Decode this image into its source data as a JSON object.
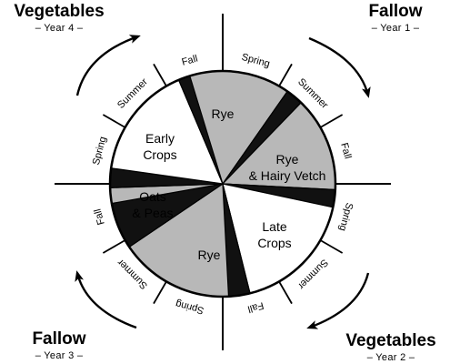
{
  "corners": {
    "top_left": {
      "title": "Vegetables",
      "subtitle": "– Year 4 –"
    },
    "top_right": {
      "title": "Fallow",
      "subtitle": "– Year 1 –"
    },
    "bottom_left": {
      "title": "Fallow",
      "subtitle": "– Year 3 –"
    },
    "bottom_right": {
      "title": "Vegetables",
      "subtitle": "– Year 2 –"
    }
  },
  "season_labels": [
    {
      "text": "Fall",
      "deg": 195
    },
    {
      "text": "Spring",
      "deg": 165
    },
    {
      "text": "Summer",
      "deg": 135
    },
    {
      "text": "Fall",
      "deg": 105
    },
    {
      "text": "Spring",
      "deg": 75
    },
    {
      "text": "Summer",
      "deg": 45
    },
    {
      "text": "Fall",
      "deg": 15
    },
    {
      "text": "Spring",
      "deg": -15
    },
    {
      "text": "Summer",
      "deg": -45
    },
    {
      "text": "Fall",
      "deg": -75
    },
    {
      "text": "Spring",
      "deg": -105
    },
    {
      "text": "Summer",
      "deg": -135
    }
  ],
  "segments": [
    {
      "name": "rye-top",
      "from": 180,
      "to": 55,
      "fill": "#b8b8b8"
    },
    {
      "name": "band-top-right",
      "from": 55,
      "to": 46,
      "fill": "#111111"
    },
    {
      "name": "rye-hairy-vetch",
      "from": 46,
      "to": -3,
      "fill": "#b8b8b8"
    },
    {
      "name": "band-right",
      "from": -3,
      "to": -12,
      "fill": "#111111"
    },
    {
      "name": "late-crops",
      "from": -12,
      "to": -76,
      "fill": "#ffffff"
    },
    {
      "name": "band-bottom",
      "from": -76,
      "to": -87,
      "fill": "#111111"
    },
    {
      "name": "rye-bottom",
      "from": -87,
      "to": -146,
      "fill": "#b8b8b8"
    },
    {
      "name": "band-bottom-left",
      "from": -146,
      "to": -170,
      "fill": "#111111"
    },
    {
      "name": "oats-peas",
      "from": -170,
      "to": 182,
      "fill": "#b8b8b8"
    },
    {
      "name": "band-left",
      "from": 182,
      "to": 172,
      "fill": "#111111"
    },
    {
      "name": "early-crops",
      "from": 172,
      "to": 113,
      "fill": "#ffffff"
    },
    {
      "name": "band-top-left",
      "from": 113,
      "to": 107,
      "fill": "#111111"
    }
  ],
  "crop_labels": [
    {
      "name": "crop-rye-top",
      "lines": [
        "Rye"
      ]
    },
    {
      "name": "crop-rye-hairy-vetch",
      "lines": [
        "Rye",
        "& Hairy Vetch"
      ]
    },
    {
      "name": "crop-late-crops",
      "lines": [
        "Late",
        "Crops"
      ]
    },
    {
      "name": "crop-rye-bottom",
      "lines": [
        "Rye"
      ]
    },
    {
      "name": "crop-oats-peas",
      "lines": [
        "Oats",
        "& Peas"
      ]
    },
    {
      "name": "crop-early-crops",
      "lines": [
        "Early",
        "Crops"
      ]
    }
  ],
  "colors": {
    "gray_fill": "#b8b8b8",
    "dark_fill": "#111111",
    "line": "#000000",
    "background": "#ffffff"
  }
}
